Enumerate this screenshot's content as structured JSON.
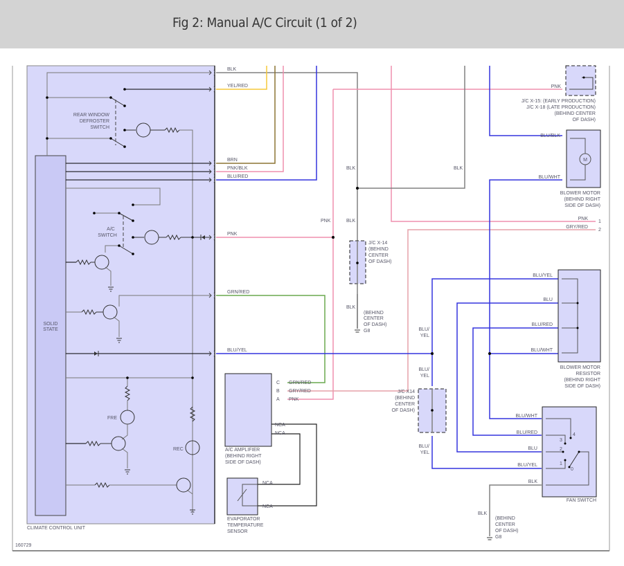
{
  "header": {
    "title": "Fig 2: Manual A/C Circuit (1 of 2)"
  },
  "colors": {
    "box_fill": "#d8d8fa",
    "inner_fill": "#c9c9f5",
    "wire_blk": "#808080",
    "wire_yel": "#f6c83a",
    "wire_brn": "#8b7332",
    "wire_pnk": "#ef8fae",
    "wire_blu": "#3333dd",
    "wire_grn": "#6aa84f",
    "wire_nca": "#222222",
    "background": "#ffffff",
    "header": "#d3d3d3"
  },
  "components": {
    "climate_control_unit": {
      "label": "CLIMATE CONTROL UNIT"
    },
    "solid_state": {
      "label_line1": "SOLID",
      "label_line2": "STATE"
    },
    "rear_defroster_switch": {
      "line1": "REAR WINDOW",
      "line2": "DEFROSTER",
      "line3": "SWITCH"
    },
    "ac_switch": {
      "line1": "A/C",
      "line2": "SWITCH"
    },
    "fre_led": {
      "label": "FRE"
    },
    "rec_led": {
      "label": "REC"
    },
    "jc_x15": {
      "line1": "J/C X-15: (EARLY PRODUCTION)",
      "line2": "J/C X-18 (LATE PRODUCTION)",
      "line3": "(BEHIND CENTER",
      "line4": "OF DASH)"
    },
    "blower_motor": {
      "line1": "BLOWER MOTOR",
      "line2": "(BEHIND RIGHT",
      "line3": "SIDE OF DASH)",
      "symbol": "M"
    },
    "jc_x14_upper": {
      "line1": "J/C X-14",
      "line2": "(BEHIND",
      "line3": "CENTER",
      "line4": "OF DASH)"
    },
    "ground_g8_upper": {
      "line1": "(BEHIND",
      "line2": "CENTER",
      "line3": "OF DASH)",
      "line4": "G8"
    },
    "blower_motor_resistor": {
      "line1": "BLOWER MOTOR",
      "line2": "RESISTOR",
      "line3": "(BEHIND RIGHT",
      "line4": "SIDE OF DASH)"
    },
    "jc_x14_lower": {
      "line1": "J/C X14",
      "line2": "(BEHIND",
      "line3": "CENTER",
      "line4": "OF DASH)"
    },
    "ac_amplifier": {
      "line1": "A/C AMPLIFIER",
      "line2": "(BEHIND RIGHT",
      "line3": "SIDE OF DASH)",
      "pins": [
        "C",
        "B",
        "A"
      ]
    },
    "evap_sensor": {
      "line1": "EVAPORATOR",
      "line2": "TEMPERATURE",
      "line3": "SENSOR"
    },
    "fan_switch": {
      "label": "FAN SWITCH",
      "positions": [
        "4",
        "3",
        "2",
        "1",
        "0"
      ]
    },
    "ground_g8_lower": {
      "line1": "(BEHIND",
      "line2": "CENTER",
      "line3": "OF DASH)",
      "line4": "G8"
    }
  },
  "wires": {
    "ccu_blk": "BLK",
    "ccu_yel_red": "YEL/RED",
    "ccu_brn": "BRN",
    "ccu_pnk_blk": "PNK/BLK",
    "ccu_blu_red": "BLU/RED",
    "ccu_pnk": "PNK",
    "ccu_grn_red": "GRN/RED",
    "ccu_blu_yel": "BLU/YEL",
    "blk_mid": "BLK",
    "blk_right": "BLK",
    "pnk_mid": "PNK",
    "blk_jc_top": "BLK",
    "blk_jc_bottom": "BLK",
    "jc15_pnk": "PNK",
    "motor_blu_blk": "BLU/BLK",
    "motor_blu_wht": "BLU/WHT",
    "out_pnk": "PNK",
    "out_pnk_num": "1",
    "out_gry_red": "GRY/RED",
    "out_gry_red_num": "2",
    "res_blu_yel": "BLU/YEL",
    "res_blu": "BLU",
    "res_blu_red": "BLU/RED",
    "res_blu_wht": "BLU/WHT",
    "blu_yel_upper1": "BLU/",
    "blu_yel_upper2": "YEL",
    "blu_yel_mid1": "BLU/",
    "blu_yel_mid2": "YEL",
    "blu_yel_low1": "BLU/",
    "blu_yel_low2": "YEL",
    "amp_grn_red": "GRN/RED",
    "amp_gry_red": "GRY/RED",
    "amp_pnk": "PNK",
    "nca1": "NCA",
    "nca2": "NCA",
    "nca3": "NCA",
    "nca4": "NCA",
    "fs_blu_wht": "BLU/WHT",
    "fs_blu_red": "BLU/RED",
    "fs_blu": "BLU",
    "fs_blu_yel": "BLU/YEL",
    "fs_blk": "BLK",
    "gnd_blk": "BLK"
  },
  "footer": {
    "figure_id": "160729"
  }
}
